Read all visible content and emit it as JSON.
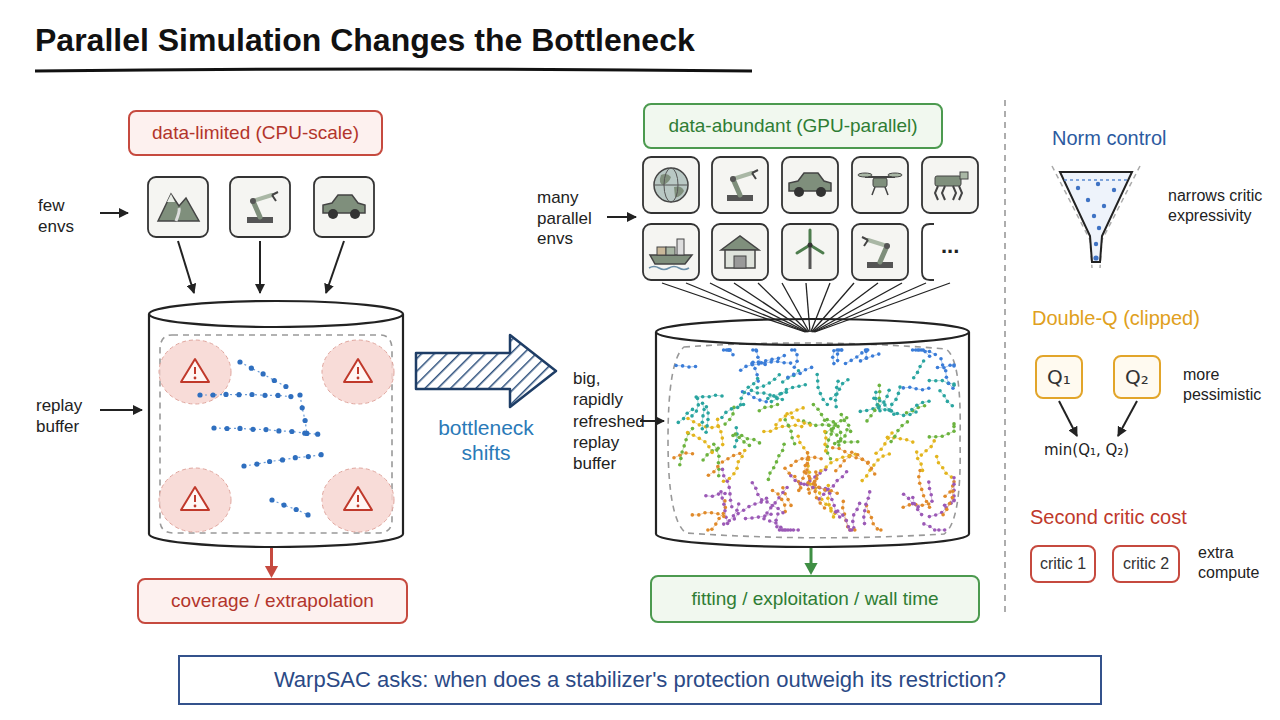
{
  "diagram": {
    "title": "Parallel Simulation Changes the Bottleneck",
    "caption": "WarpSAC asks: when does a stabilizer's protection outweigh its restriction?",
    "nodes": [
      {
        "text": [
          "data-limited (CPU-scale)"
        ]
      },
      {
        "text": [
          "data-abundant (GPU-parallel)"
        ]
      },
      {
        "text": [
          "replay buffer"
        ]
      },
      {
        "text": [
          "big, rapidly refreshed replay buffer"
        ]
      },
      {
        "text": [
          "coverage / extrapolation"
        ]
      },
      {
        "text": [
          "fitting / exploitation / wall time"
        ]
      },
      {
        "text": [
          "Q₁"
        ]
      },
      {
        "text": [
          "Q₂"
        ]
      },
      {
        "text": [
          "critic 1"
        ]
      },
      {
        "text": [
          "critic 2"
        ]
      }
    ],
    "edges": [
      {
        "from": 2,
        "to": 4,
        "arrow": "to"
      },
      {
        "from": 3,
        "to": 5,
        "arrow": "to"
      },
      {
        "from": 2,
        "to": 3,
        "label": "bottleneck shifts",
        "arrow": "to"
      }
    ],
    "labels": [
      "few envs",
      "many parallel envs",
      "...",
      "Norm control",
      "narrows critic expressivity",
      "Double-Q (clipped)",
      "more pessimistic",
      "min(Q₁, Q₂)",
      "Second critic cost",
      "extra compute"
    ]
  }
}
